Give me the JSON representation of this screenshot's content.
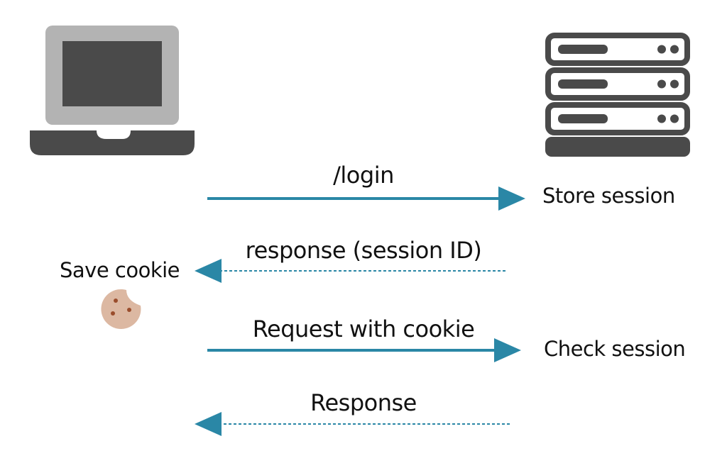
{
  "colors": {
    "laptop_screen_bezel": "#b3b3b3",
    "laptop_screen": "#4a4a4a",
    "laptop_base": "#4a4a4a",
    "server": "#4a4a4a",
    "arrow": "#2a87a6",
    "cookie": "#dcb8a2",
    "cookie_chips": "#9a4d2c",
    "text": "#111111"
  },
  "icons": {
    "client": "laptop-icon",
    "server": "server-icon",
    "cookie": "cookie-icon"
  },
  "messages": [
    {
      "label": "/login",
      "direction": "to-server",
      "line_style": "solid"
    },
    {
      "label": "response (session ID)",
      "direction": "to-client",
      "line_style": "dashed"
    },
    {
      "label": "Request with cookie",
      "direction": "to-server",
      "line_style": "solid"
    },
    {
      "label": "Response",
      "direction": "to-client",
      "line_style": "dashed"
    }
  ],
  "server_notes": {
    "store_session": "Store session",
    "check_session": "Check session"
  },
  "client_notes": {
    "save_cookie": "Save cookie"
  }
}
